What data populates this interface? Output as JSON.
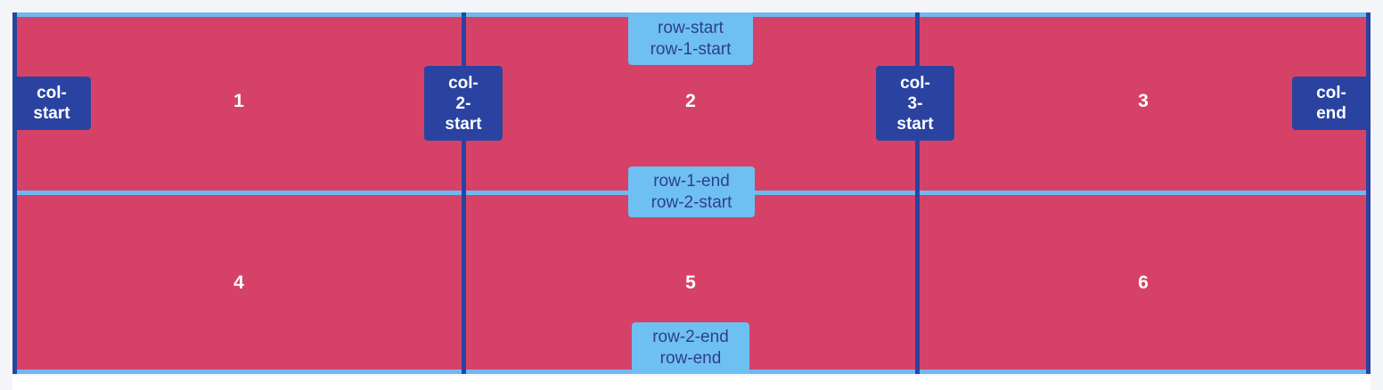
{
  "cells": [
    "1",
    "2",
    "3",
    "4",
    "5",
    "6"
  ],
  "column_lines": [
    {
      "lines": [
        "col-",
        "start"
      ]
    },
    {
      "lines": [
        "col-",
        "2-",
        "start"
      ]
    },
    {
      "lines": [
        "col-",
        "3-",
        "start"
      ]
    },
    {
      "lines": [
        "col-",
        "end"
      ]
    }
  ],
  "row_lines": [
    {
      "lines": [
        "row-start",
        "row-1-start"
      ]
    },
    {
      "lines": [
        "row-1-end",
        "row-2-start"
      ]
    },
    {
      "lines": [
        "row-2-end",
        "row-end"
      ]
    }
  ],
  "colors": {
    "cell_fill": "#d64267",
    "column_line": "#2a43a0",
    "row_line": "#6fb8f0",
    "row_label_bg": "#6fc0f2",
    "row_label_text": "#2d3f8c",
    "cell_text": "#ffffff"
  }
}
